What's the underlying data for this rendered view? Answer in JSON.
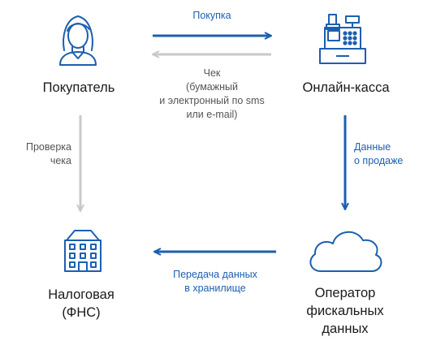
{
  "colors": {
    "accent": "#1c5fb0",
    "arrow_muted": "#c9c9c9",
    "text": "#1a1a1a",
    "muted_text": "#555555"
  },
  "nodes": {
    "buyer": {
      "label": "Покупатель",
      "icon": "person-icon"
    },
    "cashbox": {
      "label": "Онлайн-касса",
      "icon": "cash-register-icon"
    },
    "tax": {
      "label_line1": "Налоговая",
      "label_line2": "(ФНС)",
      "icon": "building-icon"
    },
    "operator": {
      "label_line1": "Оператор",
      "label_line2": "фискальных",
      "label_line3": "данных",
      "icon": "cloud-icon"
    }
  },
  "edges": {
    "purchase": {
      "label": "Покупка"
    },
    "receipt": {
      "line1": "Чек",
      "line2": "(бумажный",
      "line3": "и электронный по sms",
      "line4": "или e-mail)"
    },
    "check": {
      "line1": "Проверка",
      "line2": "чека"
    },
    "sale_data": {
      "line1": "Данные",
      "line2": "о продаже"
    },
    "transfer": {
      "line1": "Передача данных",
      "line2": "в хранилище"
    }
  }
}
